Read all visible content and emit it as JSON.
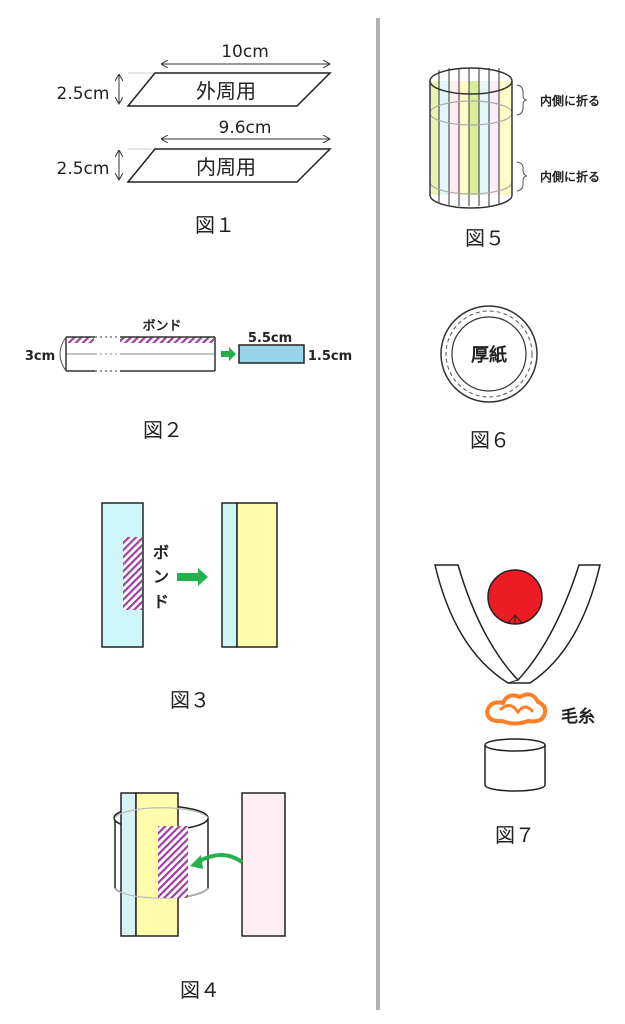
{
  "fig1": {
    "outer_width": "10cm",
    "outer_height": "2.5cm",
    "outer_label": "外周用",
    "inner_width": "9.6cm",
    "inner_height": "2.5cm",
    "inner_label": "内周用",
    "caption": "図１"
  },
  "fig2": {
    "bond": "ボンド",
    "height": "3cm",
    "result_width": "5.5cm",
    "result_height": "1.5cm",
    "caption": "図２"
  },
  "fig3": {
    "bond_1": "ボ",
    "bond_2": "ン",
    "bond_3": "ド",
    "caption": "図３"
  },
  "fig4": {
    "caption": "図４"
  },
  "fig5": {
    "fold_top": "内側に折る",
    "fold_bottom": "内側に折る",
    "caption": "図５"
  },
  "fig6": {
    "label": "厚紙",
    "caption": "図６"
  },
  "fig7": {
    "yarn": "毛糸",
    "caption": "図７"
  },
  "colors": {
    "cyan": "#ccf6f8",
    "yellow": "#fffcaa",
    "pink": "#fdeef3",
    "blue": "#99d4e8",
    "green": "#22b14c",
    "purple": "#9b3fa0",
    "red": "#ed1c24",
    "orange": "#ff7f27"
  }
}
